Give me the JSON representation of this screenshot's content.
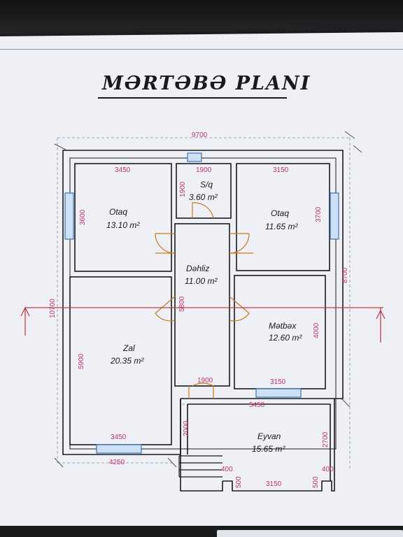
{
  "title": "MƏRTƏBƏ PLANI",
  "rooms": [
    {
      "name": "Otaq",
      "area": "13.10 m²"
    },
    {
      "name": "S/q",
      "area": "3.60 m²"
    },
    {
      "name": "Otaq",
      "area": "11.65 m²"
    },
    {
      "name": "Dəhliz",
      "area": "11.00 m²"
    },
    {
      "name": "Mətbəx",
      "area": "12.60 m²"
    },
    {
      "name": "Zal",
      "area": "20.35 m²"
    },
    {
      "name": "Eyvan",
      "area": "15.65 m²"
    }
  ],
  "dimensions": {
    "overall_width": "9700",
    "overall_depth": "10700",
    "right_depth": "8700",
    "otaq1_width": "3450",
    "sq_width": "1900",
    "otaq2_width": "3150",
    "otaq1_depth": "3600",
    "sq_depth": "1900",
    "otaq2_depth": "3700",
    "dehliz_depth": "5800",
    "metbex_depth": "4000",
    "zal_depth": "5900",
    "dehliz_width": "1900",
    "metbex_width": "3150",
    "eyvan_width": "5450",
    "zal_width": "3450",
    "eyvan_left_depth": "2000",
    "eyvan_right_depth": "2700",
    "front_width": "4250",
    "step_left": "400",
    "step_right": "400",
    "step_left_depth": "500",
    "step_right_depth": "500",
    "porch_front": "3150"
  },
  "colors": {
    "wall": "#1a1a1a",
    "dimension": "#c0336b",
    "door": "#c77a1f",
    "window": "#3a74b8",
    "section_line": "#c23d4a"
  }
}
